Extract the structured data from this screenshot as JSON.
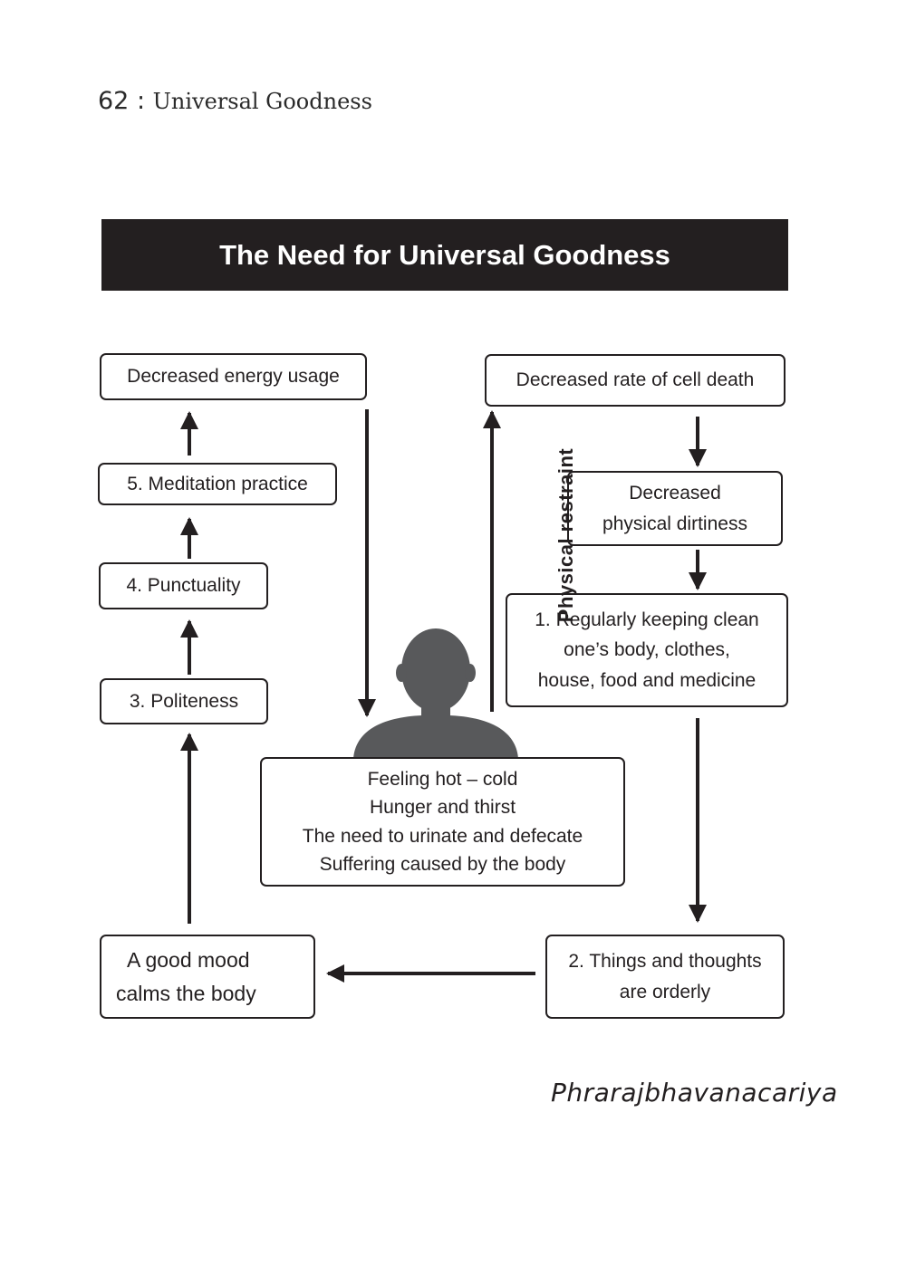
{
  "page_header": {
    "page_number": "62",
    "separator": ":",
    "book_title": "Universal Goodness"
  },
  "banner": {
    "title": "The Need for Universal Goodness"
  },
  "nodes": {
    "decreased_energy": [
      "Decreased energy usage"
    ],
    "meditation": [
      "5. Meditation practice"
    ],
    "punctuality": [
      "4. Punctuality"
    ],
    "politeness": [
      "3. Politeness"
    ],
    "good_mood": [
      "A good mood",
      "calms the body"
    ],
    "cell_death": [
      "Decreased rate of cell death"
    ],
    "dirtiness": [
      "Decreased",
      "physical dirtiness"
    ],
    "keeping_clean": [
      "1. Regularly keeping clean",
      "one’s body, clothes,",
      "house, food and medicine"
    ],
    "orderly": [
      "2. Things and thoughts",
      "are orderly"
    ],
    "body_suffering": [
      "Feeling hot – cold",
      "Hunger and thirst",
      "The need to urinate and defecate",
      "Suffering caused by the body"
    ]
  },
  "vertical_label": "Physical restraint",
  "signature": "Phrarajbhavanacariya",
  "colors": {
    "ink": "#231f20",
    "silhouette": "#58595b",
    "background": "#ffffff"
  }
}
